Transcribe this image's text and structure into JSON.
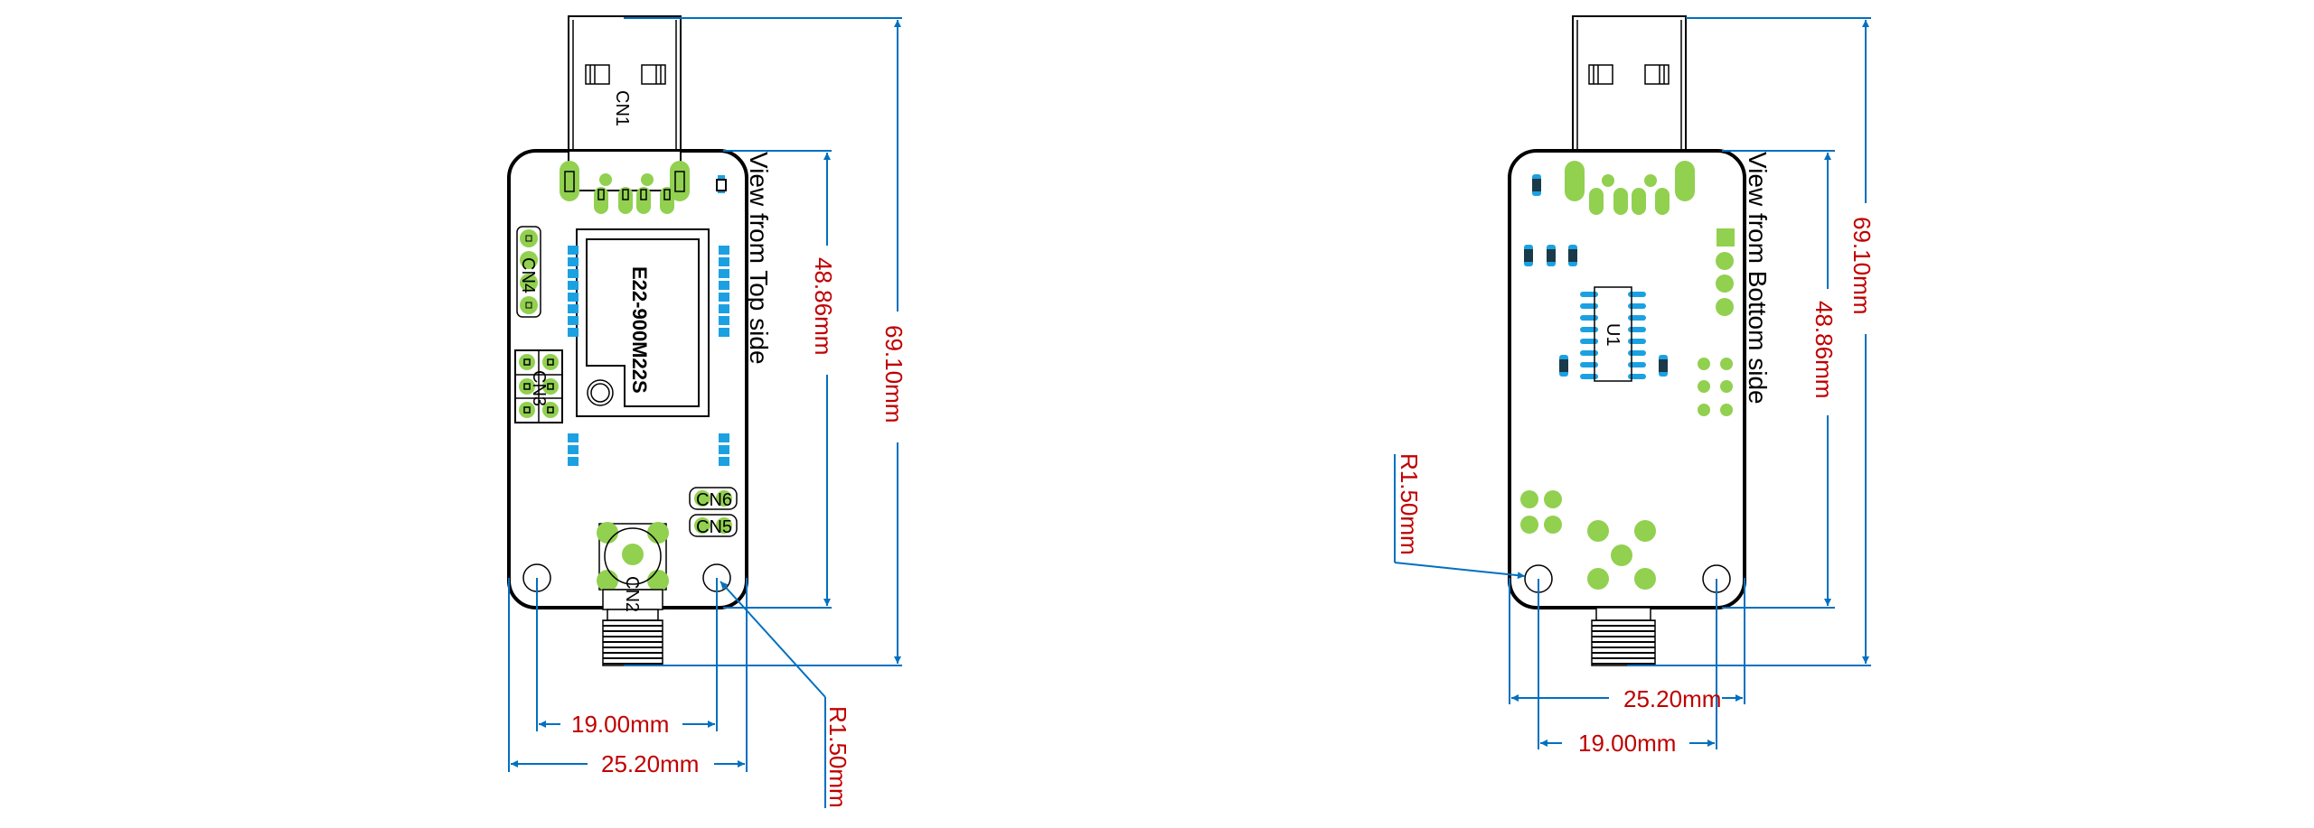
{
  "drawing": {
    "title": "USB LoRa module mechanical dimensions",
    "colors": {
      "pad_green": "#92D050",
      "pad_blue": "#1BA1E2",
      "dimension_line": "#0070C0",
      "dimension_text": "#C00000",
      "outline": "#000000"
    }
  },
  "top_view": {
    "caption": "View from Top side",
    "module_label": "E22-900M22S",
    "usb_connector_label": "CN1",
    "antenna_connector_label": "CN2",
    "header_6pin_label": "CN3",
    "header_4pin_label": "CN4",
    "small_header_labels": [
      "CN6",
      "CN5"
    ],
    "dimensions": {
      "overall_length": "69.10mm",
      "board_length": "48.86mm",
      "hole_spacing": "19.00mm",
      "board_width": "25.20mm",
      "hole_radius": "R1.50mm"
    }
  },
  "bottom_view": {
    "caption": "View from Bottom side",
    "ic_label": "U1",
    "dimensions": {
      "overall_length": "69.10mm",
      "board_length": "48.86mm",
      "board_width": "25.20mm",
      "hole_spacing": "19.00mm",
      "hole_radius": "R1.50mm"
    }
  }
}
